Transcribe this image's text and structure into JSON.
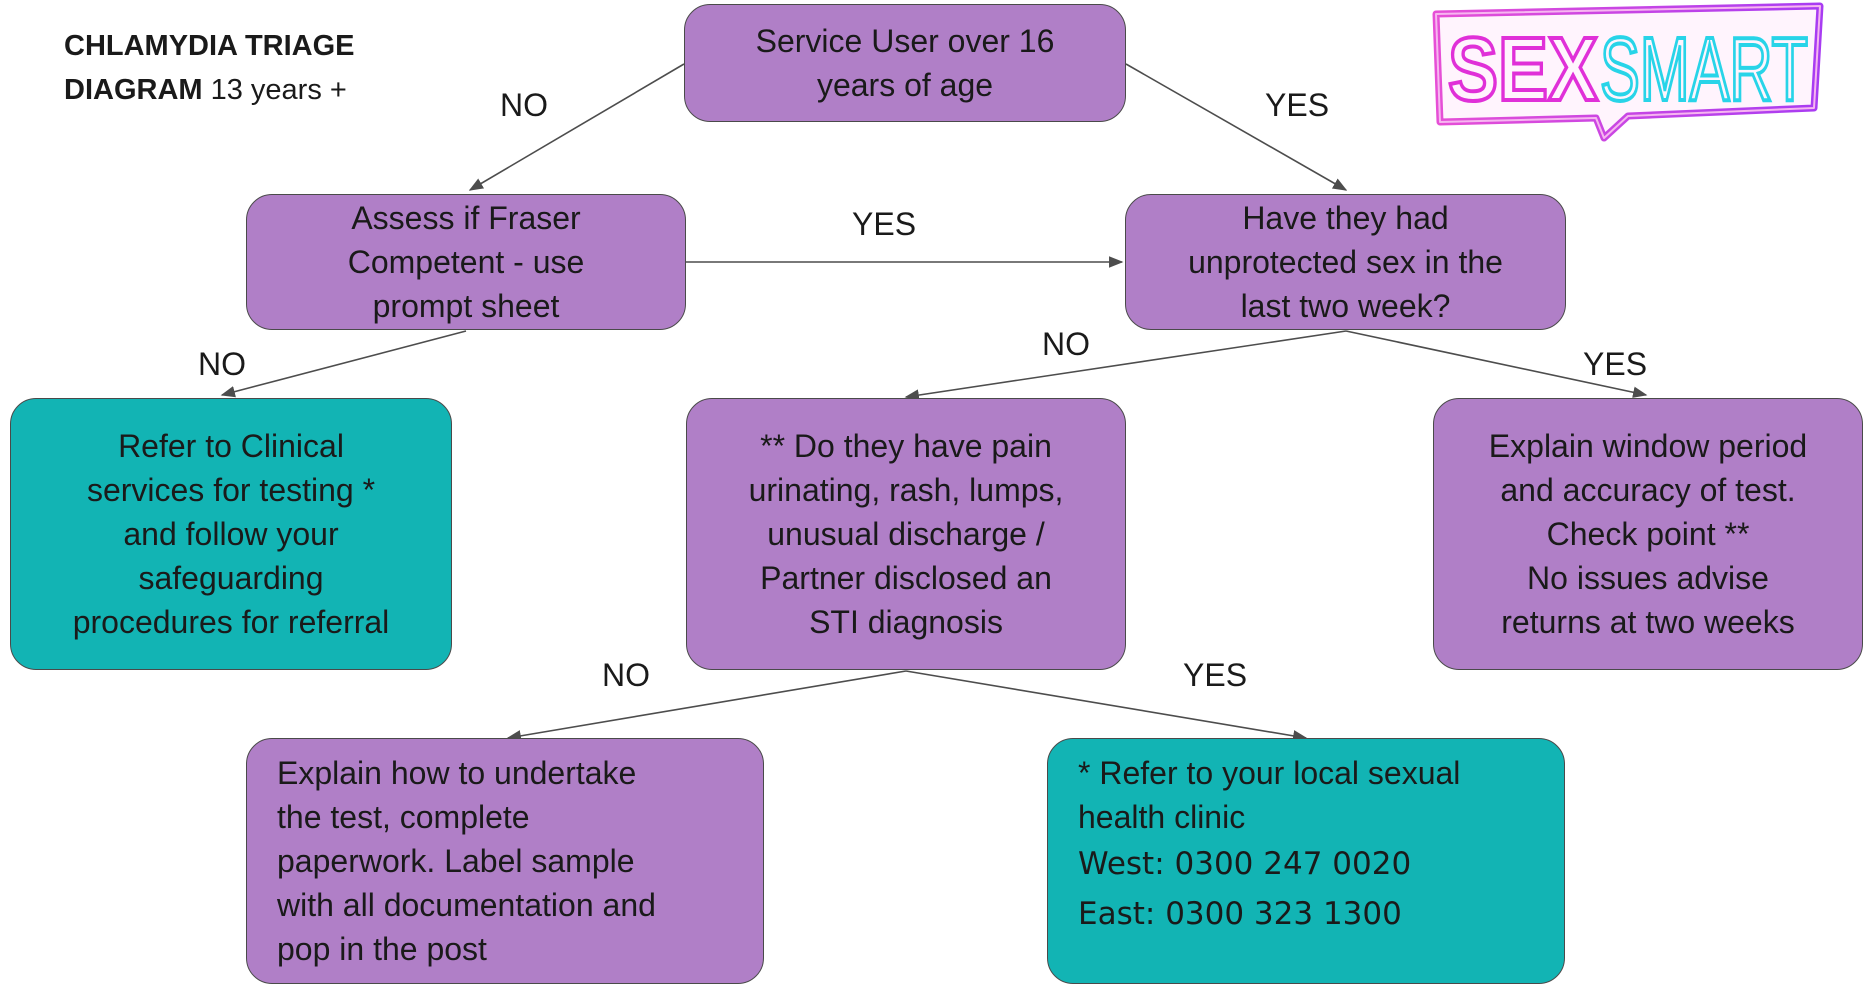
{
  "title": {
    "bold_line1": "CHLAMYDIA TRIAGE",
    "bold_line2": "DIAGRAM",
    "suffix": "13 years +"
  },
  "logo": {
    "text_left": "SEX",
    "text_right": "SMART",
    "colors": {
      "pink": "#e030d8",
      "cyan": "#28d4e8",
      "frame": "#c43cf0"
    }
  },
  "colors": {
    "purple": "#b07fc7",
    "teal": "#12b4b4",
    "border": "#4a4a4a",
    "connector": "#4d4d4d"
  },
  "nodes": {
    "age_check": {
      "lines": [
        "Service User over 16",
        "years of age"
      ]
    },
    "fraser": {
      "lines": [
        "Assess if Fraser",
        "Competent - use",
        "prompt sheet"
      ]
    },
    "unprotected": {
      "lines": [
        "Have they had",
        "unprotected sex in the",
        "last two week?"
      ]
    },
    "refer_clinical": {
      "lines": [
        "Refer to Clinical",
        "services for testing *",
        "and follow your",
        "safeguarding",
        "procedures for referral"
      ]
    },
    "symptoms": {
      "lines": [
        "** Do they have pain",
        "urinating, rash, lumps,",
        "unusual discharge /",
        "Partner disclosed an",
        "STI diagnosis"
      ]
    },
    "window_period": {
      "lines": [
        "Explain window period",
        "and accuracy of test.",
        "Check point **",
        "No issues advise",
        "returns at two weeks"
      ]
    },
    "explain_test": {
      "lines": [
        "Explain how to undertake",
        "the test, complete",
        "paperwork.  Label sample",
        "with all documentation and",
        "pop in the post"
      ]
    },
    "refer_local": {
      "lines": [
        "* Refer to your local sexual",
        "health clinic"
      ],
      "west": "West: 0300 247 0020",
      "east": "East: 0300 323 1300"
    }
  },
  "edge_labels": {
    "age_no": "NO",
    "age_yes": "YES",
    "fraser_yes": "YES",
    "fraser_no": "NO",
    "unprotected_no": "NO",
    "unprotected_yes": "YES",
    "symptoms_no": "NO",
    "symptoms_yes": "YES"
  }
}
